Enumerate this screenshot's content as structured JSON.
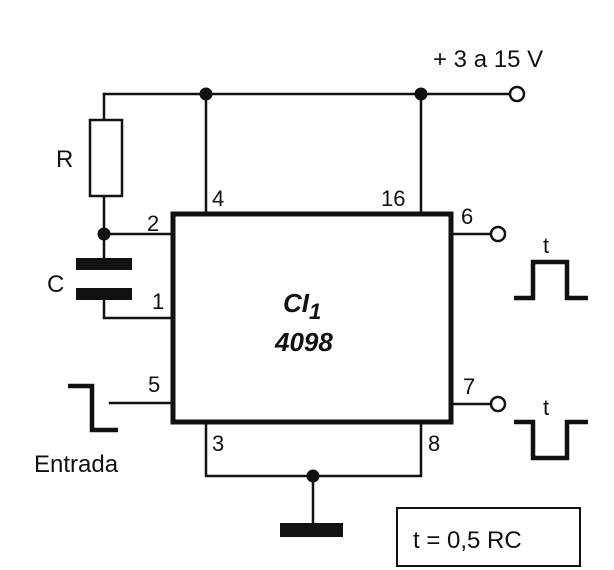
{
  "diagram": {
    "type": "schematic",
    "supply_label": "+ 3 a 15 V",
    "ic": {
      "designator": "CI",
      "designator_sub": "1",
      "part_number": "4098"
    },
    "components": {
      "resistor_label": "R",
      "capacitor_label": "C"
    },
    "pins": {
      "p1": "1",
      "p2": "2",
      "p3": "3",
      "p4": "4",
      "p5": "5",
      "p6": "6",
      "p7": "7",
      "p8": "8",
      "p16": "16"
    },
    "input_label": "Entrada",
    "output_pulse_label_q": "t",
    "output_pulse_label_qbar": "t",
    "formula": "t = 0,5 RC",
    "colors": {
      "ink": "#111111",
      "background": "#ffffff"
    }
  }
}
